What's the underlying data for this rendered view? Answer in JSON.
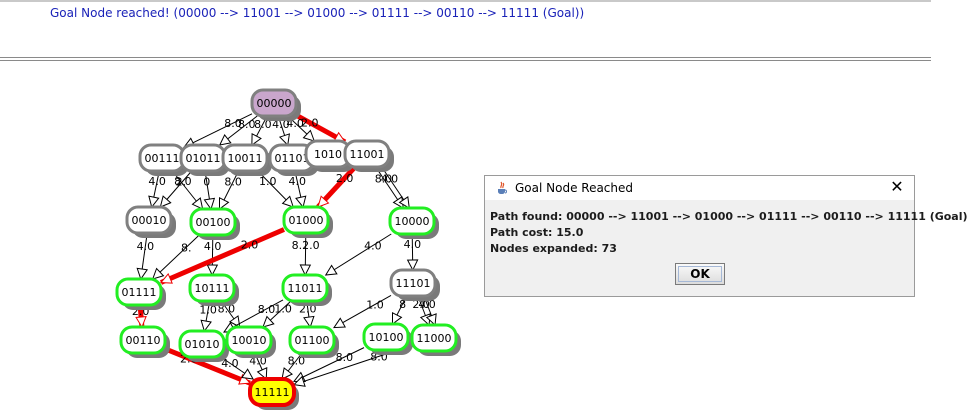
{
  "status_text": "Goal Node reached! (00000 --> 11001 --> 01000 --> 01111 --> 00110 --> 11111 (Goal))",
  "colors": {
    "status_text": "#1a22b8",
    "start_fill": "#c9a6cc",
    "goal_fill": "#ffff00",
    "expanded_border": "#22ee22",
    "unexpanded_border": "#808080",
    "path_edge": "#ee0000"
  },
  "graph": {
    "nodes": [
      {
        "id": "n00000",
        "label": "00000",
        "type": "start"
      },
      {
        "id": "n00111",
        "label": "00111",
        "type": "plain"
      },
      {
        "id": "n01011",
        "label": "01011",
        "type": "plain"
      },
      {
        "id": "n10011",
        "label": "10011",
        "type": "plain"
      },
      {
        "id": "n01101",
        "label": "01101",
        "type": "plain"
      },
      {
        "id": "n10101",
        "label": "1010",
        "type": "plain"
      },
      {
        "id": "n11001",
        "label": "11001",
        "type": "plain"
      },
      {
        "id": "n00010",
        "label": "00010",
        "type": "plain"
      },
      {
        "id": "n00100",
        "label": "00100",
        "type": "expanded"
      },
      {
        "id": "n01000",
        "label": "01000",
        "type": "expanded"
      },
      {
        "id": "n10000",
        "label": "10000",
        "type": "expanded"
      },
      {
        "id": "n01111",
        "label": "01111",
        "type": "expanded"
      },
      {
        "id": "n10111",
        "label": "10111",
        "type": "expanded"
      },
      {
        "id": "n11011",
        "label": "11011",
        "type": "expanded"
      },
      {
        "id": "n11101",
        "label": "11101",
        "type": "plain"
      },
      {
        "id": "n00110",
        "label": "00110",
        "type": "expanded"
      },
      {
        "id": "n01010",
        "label": "01010",
        "type": "expanded"
      },
      {
        "id": "n10010",
        "label": "10010",
        "type": "expanded"
      },
      {
        "id": "n01100",
        "label": "01100",
        "type": "expanded"
      },
      {
        "id": "n10100",
        "label": "10100",
        "type": "expanded"
      },
      {
        "id": "n11000",
        "label": "11000",
        "type": "expanded"
      },
      {
        "id": "n11111",
        "label": "11111",
        "type": "goal"
      }
    ],
    "edges": [
      {
        "from": "n00000",
        "to": "n00111",
        "label": "8.0",
        "path": false
      },
      {
        "from": "n00000",
        "to": "n01011",
        "label": "8.0",
        "path": false
      },
      {
        "from": "n00000",
        "to": "n10011",
        "label": "8.0",
        "path": false
      },
      {
        "from": "n00000",
        "to": "n01101",
        "label": "4.0",
        "path": false
      },
      {
        "from": "n00000",
        "to": "n10101",
        "label": "4.0",
        "path": false
      },
      {
        "from": "n00000",
        "to": "n11001",
        "label": "2.0",
        "path": true
      },
      {
        "from": "n00111",
        "to": "n00010",
        "label": "4.0",
        "path": false
      },
      {
        "from": "n00111",
        "to": "n00100",
        "label": "2.",
        "path": false
      },
      {
        "from": "n01011",
        "to": "n00010",
        "label": "8.0",
        "path": false
      },
      {
        "from": "n01011",
        "to": "n00100",
        "label": "0",
        "path": false
      },
      {
        "from": "n10011",
        "to": "n00100",
        "label": "8.0",
        "path": false
      },
      {
        "from": "n10011",
        "to": "n01000",
        "label": "1.0",
        "path": false
      },
      {
        "from": "n01101",
        "to": "n01000",
        "label": "4.0",
        "path": false
      },
      {
        "from": "n11001",
        "to": "n10000",
        "label": "8.0",
        "path": false
      },
      {
        "from": "n11001",
        "to": "n10000",
        "label": "4.0",
        "path": false
      },
      {
        "from": "n11001",
        "to": "n01000",
        "label": "2.0",
        "path": true
      },
      {
        "from": "n00010",
        "to": "n01111",
        "label": "4.0",
        "path": false
      },
      {
        "from": "n00100",
        "to": "n10111",
        "label": "4.0",
        "path": false
      },
      {
        "from": "n00100",
        "to": "n01111",
        "label": "8.",
        "path": false
      },
      {
        "from": "n01000",
        "to": "n01111",
        "label": "2.0",
        "path": true
      },
      {
        "from": "n01000",
        "to": "n11011",
        "label": "8.2.0",
        "path": false
      },
      {
        "from": "n10000",
        "to": "n11011",
        "label": "4.0",
        "path": false
      },
      {
        "from": "n10000",
        "to": "n11101",
        "label": "4.0",
        "path": false
      },
      {
        "from": "n01111",
        "to": "n00110",
        "label": "2.0",
        "path": true
      },
      {
        "from": "n10111",
        "to": "n01010",
        "label": "1.0",
        "path": false
      },
      {
        "from": "n10111",
        "to": "n10010",
        "label": "8.0",
        "path": false
      },
      {
        "from": "n11011",
        "to": "n10010",
        "label": "1.0",
        "path": false
      },
      {
        "from": "n11011",
        "to": "n01100",
        "label": "2.0",
        "path": false
      },
      {
        "from": "n11011",
        "to": "n01010",
        "label": "8.0",
        "path": false
      },
      {
        "from": "n11101",
        "to": "n01100",
        "label": "1.0",
        "path": false
      },
      {
        "from": "n11101",
        "to": "n10100",
        "label": "8",
        "path": false
      },
      {
        "from": "n11101",
        "to": "n11000",
        "label": "2.0",
        "path": false
      },
      {
        "from": "n11101",
        "to": "n11000",
        "label": "4.0",
        "path": false
      },
      {
        "from": "n00110",
        "to": "n11111",
        "label": "2.0",
        "path": true
      },
      {
        "from": "n01010",
        "to": "n11111",
        "label": "4.0",
        "path": false
      },
      {
        "from": "n10010",
        "to": "n11111",
        "label": "4.0",
        "path": false
      },
      {
        "from": "n01100",
        "to": "n11111",
        "label": "8.0",
        "path": false
      },
      {
        "from": "n10100",
        "to": "n11111",
        "label": "8.0",
        "path": false
      },
      {
        "from": "n11000",
        "to": "n11111",
        "label": "8.0",
        "path": false
      }
    ]
  },
  "dialog": {
    "title": "Goal Node Reached",
    "icon": "java-cup-icon",
    "close_icon": "close-icon",
    "path_found": "Path found: 00000 --> 11001 --> 01000 --> 01111 --> 00110 --> 11111 (Goal)",
    "path_cost": "Path cost: 15.0",
    "nodes_expanded": "Nodes expanded: 73",
    "ok_label": "OK"
  }
}
